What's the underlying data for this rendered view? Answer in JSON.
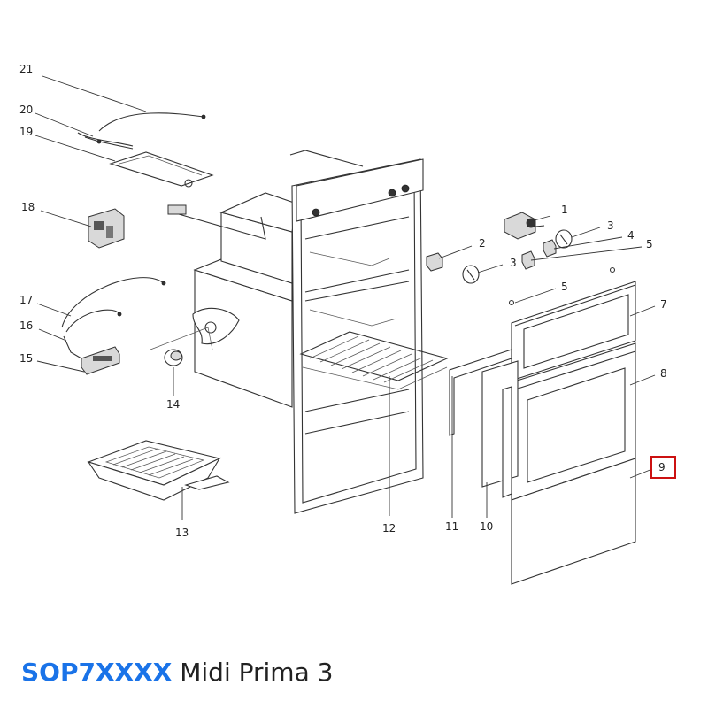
{
  "diagram": {
    "callouts": [
      "1",
      "2",
      "3",
      "3",
      "4",
      "5",
      "5",
      "7",
      "8",
      "9",
      "10",
      "11",
      "12",
      "13",
      "14",
      "15",
      "16",
      "17",
      "18",
      "19",
      "20",
      "21"
    ],
    "highlight_callout": "9",
    "highlight_color": "#cc1111"
  },
  "footer": {
    "model_code": "SOP7XXXX",
    "model_name": "Midi Prima 3",
    "code_color": "#1a73e8"
  }
}
